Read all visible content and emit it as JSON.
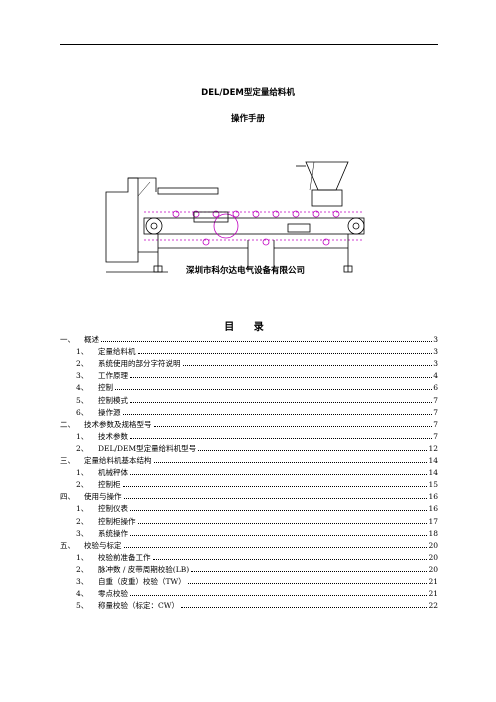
{
  "title": "DEL/DEM型定量给料机",
  "subtitle": "操作手册",
  "company": "深圳市科尔达电气设备有限公司",
  "toc_heading": "目 录",
  "toc": [
    {
      "level": 1,
      "num": "一、",
      "text": "概述",
      "page": "3"
    },
    {
      "level": 2,
      "num": "1、",
      "text": "定量给料机",
      "page": "3"
    },
    {
      "level": 2,
      "num": "2、",
      "text": "系统使用的部分字符说明",
      "page": "3"
    },
    {
      "level": 2,
      "num": "3、",
      "text": "工作原理",
      "page": "4"
    },
    {
      "level": 2,
      "num": "4、",
      "text": "控制",
      "page": "6"
    },
    {
      "level": 2,
      "num": "5、",
      "text": "控制模式",
      "page": "7"
    },
    {
      "level": 2,
      "num": "6、",
      "text": "操作源",
      "page": "7"
    },
    {
      "level": 1,
      "num": "二、",
      "text": "技术参数及规格型号",
      "page": "7"
    },
    {
      "level": 2,
      "num": "1、",
      "text": "技术参数",
      "page": "7"
    },
    {
      "level": 2,
      "num": "2、",
      "text": "DEL/DEM型定量给料机型号",
      "page": "12"
    },
    {
      "level": 1,
      "num": "三、",
      "text": "定量给料机基本结构",
      "page": "14"
    },
    {
      "level": 2,
      "num": "1、",
      "text": "机械秤体",
      "page": "14"
    },
    {
      "level": 2,
      "num": "2、",
      "text": "控制柜",
      "page": "15"
    },
    {
      "level": 1,
      "num": "四、",
      "text": "使用与操作",
      "page": "16"
    },
    {
      "level": 2,
      "num": "1、",
      "text": "控制仪表",
      "page": "16"
    },
    {
      "level": 2,
      "num": "2、",
      "text": "控制柜操作",
      "page": "17"
    },
    {
      "level": 2,
      "num": "3、",
      "text": "系统操作",
      "page": "18"
    },
    {
      "level": 1,
      "num": "五、",
      "text": "校验与标定",
      "page": "20"
    },
    {
      "level": 2,
      "num": "1、",
      "text": "校验前准备工作",
      "page": "20"
    },
    {
      "level": 2,
      "num": "2、",
      "text": "脉冲数 / 皮带周期校验(LB)",
      "page": "20"
    },
    {
      "level": 2,
      "num": "3、",
      "text": "自重（皮重）校验（TW）",
      "page": "21"
    },
    {
      "level": 2,
      "num": "4、",
      "text": "零点校验",
      "page": "21"
    },
    {
      "level": 2,
      "num": "5、",
      "text": "称量校验（标定：CW）",
      "page": "22"
    }
  ]
}
